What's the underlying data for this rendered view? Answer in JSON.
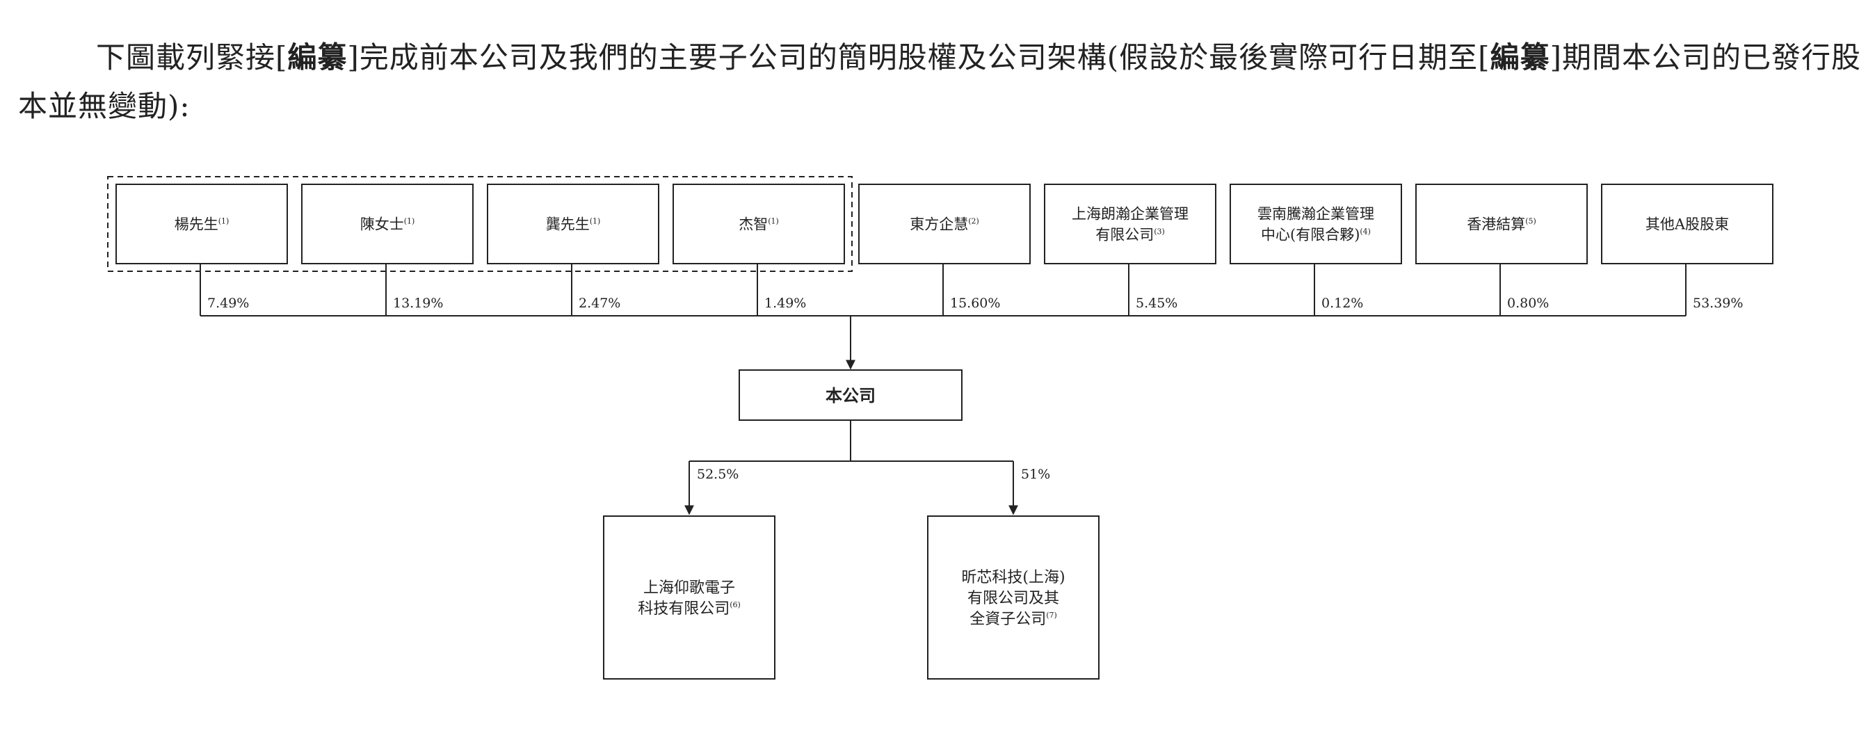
{
  "intro": {
    "part1": "下圖載列緊接[",
    "redacted1": "編纂",
    "part2": "]完成前本公司及我們的主要子公司的簡明股權及公司架構(假設於最後實際可行日期至[",
    "redacted2": "編纂",
    "part3": "]期間本公司的已發行股本並無變動):"
  },
  "shareholders": [
    {
      "lines": [
        "楊先生"
      ],
      "note": "(1)",
      "pct": "7.49%"
    },
    {
      "lines": [
        "陳女士"
      ],
      "note": "(1)",
      "pct": "13.19%"
    },
    {
      "lines": [
        "龔先生"
      ],
      "note": "(1)",
      "pct": "2.47%"
    },
    {
      "lines": [
        "杰智"
      ],
      "note": "(1)",
      "pct": "1.49%"
    },
    {
      "lines": [
        "東方企慧"
      ],
      "note": "(2)",
      "pct": "15.60%"
    },
    {
      "lines": [
        "上海朗瀚企業管理",
        "有限公司"
      ],
      "note": "(3)",
      "pct": "5.45%"
    },
    {
      "lines": [
        "雲南騰瀚企業管理",
        "中心(有限合夥)"
      ],
      "note": "(4)",
      "pct": "0.12%"
    },
    {
      "lines": [
        "香港結算"
      ],
      "note": "(5)",
      "pct": "0.80%"
    },
    {
      "lines": [
        "其他A股股東"
      ],
      "note": "",
      "pct": "53.39%"
    }
  ],
  "company": {
    "label": "本公司"
  },
  "subsidiaries": [
    {
      "lines": [
        "上海仰歌電子",
        "科技有限公司"
      ],
      "note": "(6)",
      "pct": "52.5%"
    },
    {
      "lines": [
        "昕芯科技(上海)",
        "有限公司及其",
        "全資子公司"
      ],
      "note": "(7)",
      "pct": "51%"
    }
  ]
}
